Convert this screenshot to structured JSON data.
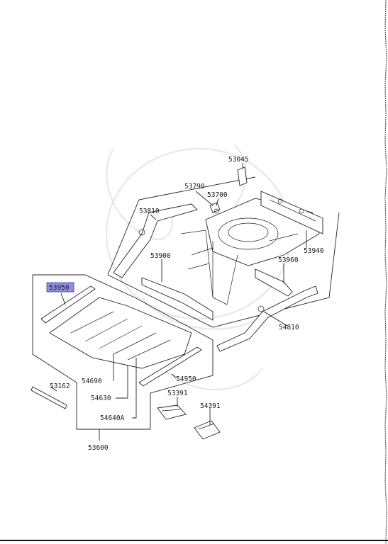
{
  "highlight_color": "#8f8fe3",
  "labels": {
    "p53045": "53045",
    "p53790": "53790",
    "p53700": "53700",
    "p53810": "53810",
    "p53900": "53900",
    "p53960": "53960",
    "p53940": "53940",
    "p53950": "53950",
    "p54810": "54810",
    "p54690": "54690",
    "p54630": "54630",
    "p54950": "54950",
    "p53391": "53391",
    "p54391": "54391",
    "p54640A": "54640A",
    "p53162": "53162",
    "p53600": "53600"
  },
  "highlighted_part": "53950"
}
